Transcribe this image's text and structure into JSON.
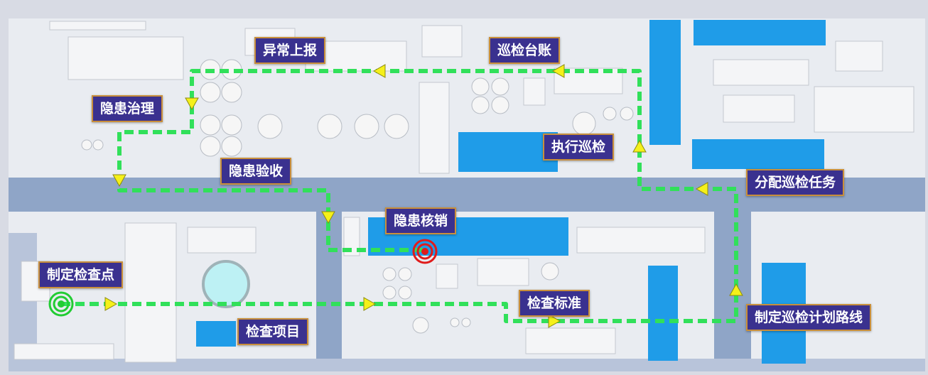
{
  "labels": {
    "abnormal_report": "异常上报",
    "inspection_ledger": "巡检台账",
    "hazard_governance": "隐患治理",
    "execute_inspection": "执行巡检",
    "hazard_acceptance": "隐患验收",
    "assign_task": "分配巡检任务",
    "hazard_writeoff": "隐患核销",
    "set_checkpoint": "制定检查点",
    "inspection_standard": "检查标准",
    "inspection_item": "检查项目",
    "plan_route": "制定巡检计划路线"
  },
  "colors": {
    "background": "#d8dbe4",
    "road": "#8fa5c7",
    "ground": "#e9ecf1",
    "building_blue": "#1f9ce8",
    "route_green": "#31e05a",
    "arrow_yellow": "#f5f01a",
    "label_fill": "#3a318f",
    "label_border": "#c98f3b",
    "start_marker": "#22cc33",
    "end_marker": "#e01b1b"
  },
  "icons": {
    "start": "green-target-icon",
    "end": "red-target-icon"
  }
}
